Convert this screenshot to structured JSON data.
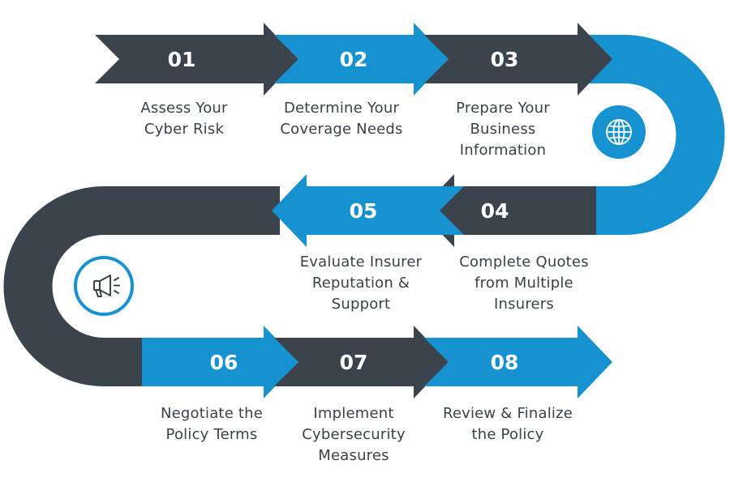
{
  "colors": {
    "dark": "#3b444d",
    "blue": "#1592cf",
    "icon_stroke": "#3b444d"
  },
  "icons": {
    "top_circle": "globe-icon",
    "left_circle": "megaphone-icon"
  },
  "steps": [
    {
      "number": "01",
      "label": "Assess Your\nCyber Risk"
    },
    {
      "number": "02",
      "label": "Determine Your\nCoverage Needs"
    },
    {
      "number": "03",
      "label": "Prepare Your\nBusiness\nInformation"
    },
    {
      "number": "04",
      "label": "Complete Quotes\nfrom Multiple\nInsurers"
    },
    {
      "number": "05",
      "label": "Evaluate Insurer\nReputation &\nSupport"
    },
    {
      "number": "06",
      "label": "Negotiate the\nPolicy Terms"
    },
    {
      "number": "07",
      "label": "Implement\nCybersecurity\nMeasures"
    },
    {
      "number": "08",
      "label": "Review & Finalize\nthe Policy"
    }
  ]
}
